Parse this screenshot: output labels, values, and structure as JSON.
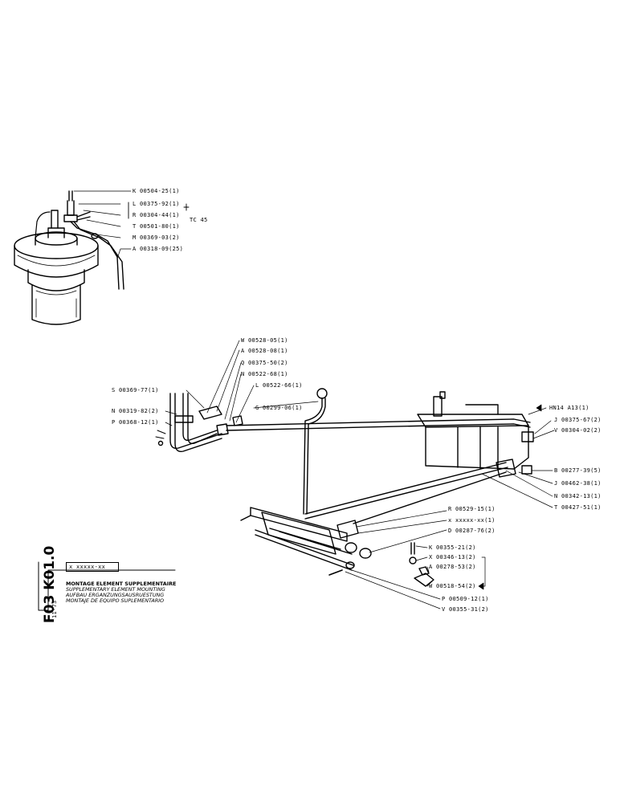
{
  "sheet": {
    "code": "F03  K01.0",
    "date": "11-73",
    "ref_box": "x xxxxx-xx",
    "titles": [
      "MONTAGE ELEMENT SUPPLEMENTAIRE",
      "SUPPLEMENTARY ELEMENT MOUNTING",
      "AUFBAU ERGANZUNGSAUSRUESTUNG",
      "MONTAJE DE EQUIPO SUPLEMENTARIO"
    ]
  },
  "upper_callouts": [
    "K 00504-25(1)",
    "L 00375-92(1)",
    "R 00304-44(1)",
    "T 00501-80(1)",
    "M 00369-03(2)",
    "A 00318-09(25)"
  ],
  "upper_group_note": "TC 45",
  "left_callouts": [
    "S 00369-77(1)",
    "N 00319-82(2)",
    "P 00368-12(1)"
  ],
  "top_callouts": [
    "W 00528-05(1)",
    "A 00528-08(1)",
    "Q 00375-50(2)",
    "N 00522-68(1)",
    "L 00522-66(1)",
    "G 00299-06(1)"
  ],
  "right_callouts": [
    "HN14  A13(1)",
    "J 00375-67(2)",
    "V 00304-02(2)",
    "B 00277-39(5)",
    "J 00462-38(1)",
    "N 00342-13(1)",
    "T 00427-51(1)"
  ],
  "lower_callouts": [
    "R 00529-15(1)",
    "x xxxxx-xx(1)",
    "D 00287-76(2)",
    "K 00355-21(2)",
    "X 00346-13(2)",
    "A 00278-53(2)",
    "W 00518-54(2)",
    "P 00509-12(1)",
    "V 00355-31(2)"
  ]
}
